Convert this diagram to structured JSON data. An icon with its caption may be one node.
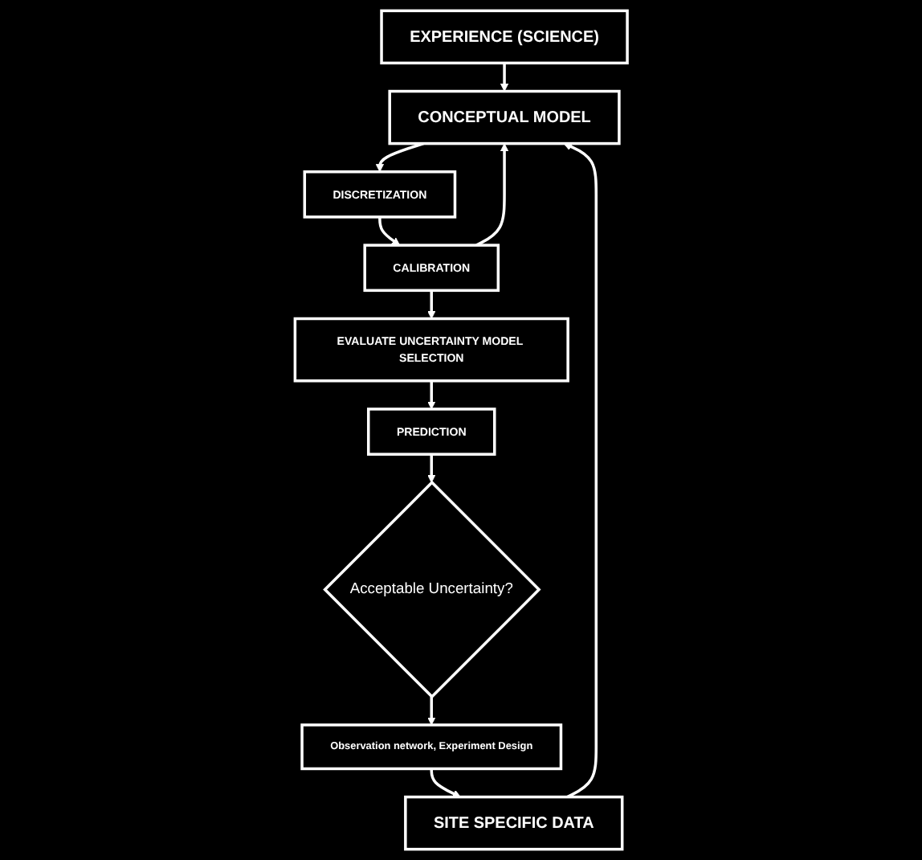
{
  "diagram": {
    "nodes": [
      {
        "text": [
          "EXPERIENCE (SCIENCE)"
        ]
      },
      {
        "text": [
          "SITE SPECIFIC DATA"
        ]
      },
      {
        "text": [
          "CONCEPTUAL MODEL"
        ]
      },
      {
        "text": [
          "DISCRETIZATION"
        ]
      },
      {
        "text": [
          "CALIBRATION"
        ]
      },
      {
        "text": [
          "EVALUATE UNCERTAINTY MODEL SELECTION"
        ]
      },
      {
        "text": [
          "PREDICTION"
        ]
      },
      {
        "text": [
          "Acceptable Uncertainty?"
        ]
      },
      {
        "text": [
          "Observation network, Experiment Design"
        ]
      }
    ],
    "edges": [
      {
        "from": 0,
        "to": 2,
        "arrow": "to"
      },
      {
        "from": 1,
        "to": 2,
        "arrow": "to"
      },
      {
        "from": 2,
        "to": 3,
        "arrow": "to"
      },
      {
        "from": 3,
        "to": 4,
        "arrow": "to"
      },
      {
        "from": 4,
        "to": 2,
        "arrow": "to"
      },
      {
        "from": 4,
        "to": 5,
        "arrow": "to"
      },
      {
        "from": 5,
        "to": 6,
        "arrow": "to"
      },
      {
        "from": 6,
        "to": 7,
        "arrow": "to"
      },
      {
        "from": 7,
        "to": 8,
        "arrow": "to"
      },
      {
        "from": 8,
        "to": 1,
        "arrow": "to"
      }
    ]
  }
}
